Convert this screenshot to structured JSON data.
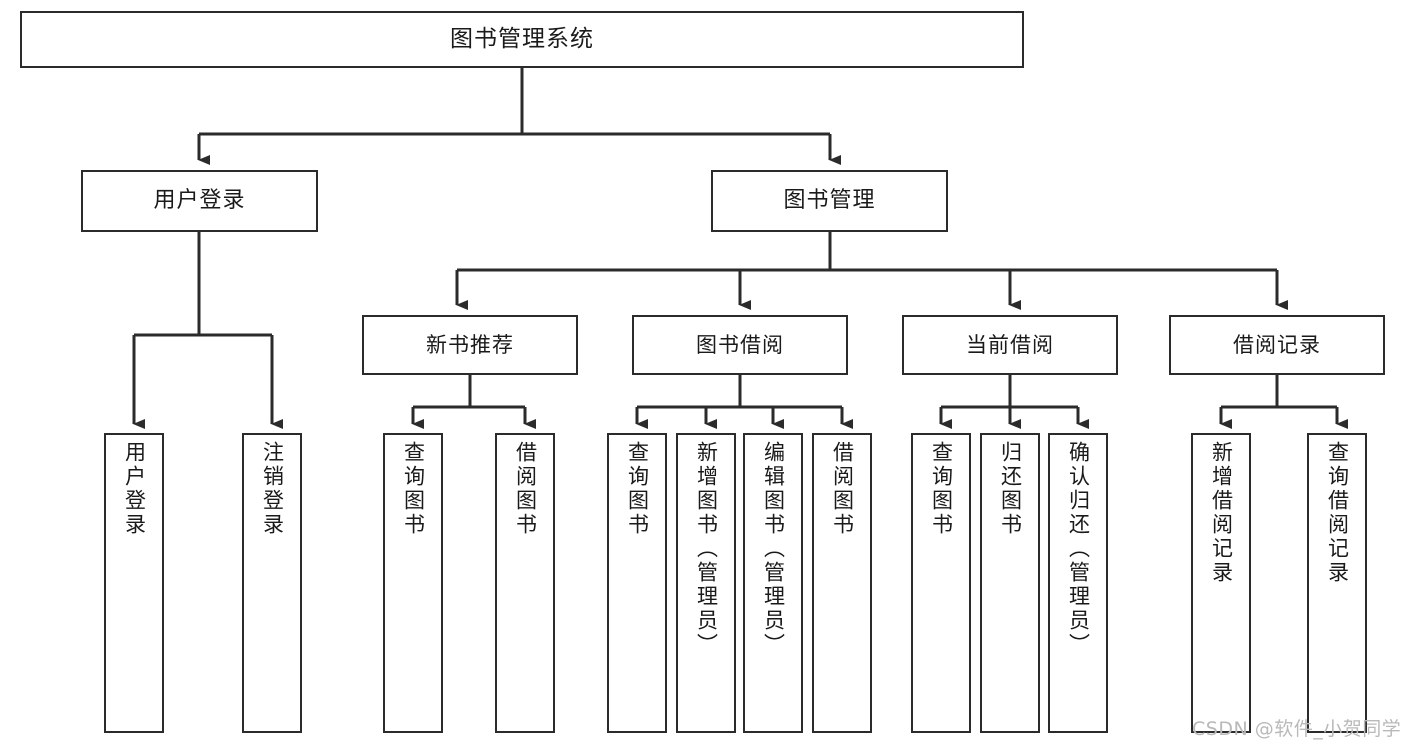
{
  "diagram": {
    "title": "图书管理系统",
    "type": "hierarchy-tree",
    "edge_color": "#2b2b2b",
    "node_border_color": "#2b2b2b",
    "node_fill_color": "#ffffff",
    "background_color": "#ffffff"
  },
  "root": {
    "label": "图书管理系统"
  },
  "level2": [
    {
      "label": "用户登录"
    },
    {
      "label": "图书管理"
    }
  ],
  "level3": [
    {
      "label": "新书推荐"
    },
    {
      "label": "图书借阅"
    },
    {
      "label": "当前借阅"
    },
    {
      "label": "借阅记录"
    }
  ],
  "leaves": {
    "user_login": [
      {
        "label": "用户登录"
      },
      {
        "label": "注销登录"
      }
    ],
    "new_book_recommend": [
      {
        "label": "查询图书"
      },
      {
        "label": "借阅图书"
      }
    ],
    "book_borrow": [
      {
        "label": "查询图书"
      },
      {
        "label": "新增图书（管理员）"
      },
      {
        "label": "编辑图书（管理员）"
      },
      {
        "label": "借阅图书"
      }
    ],
    "current_borrow": [
      {
        "label": "查询图书"
      },
      {
        "label": "归还图书"
      },
      {
        "label": "确认归还（管理员）"
      }
    ],
    "borrow_record": [
      {
        "label": "新增借阅记录"
      },
      {
        "label": "查询借阅记录"
      }
    ]
  },
  "watermark": {
    "text": "CSDN @软件_小贺同学"
  }
}
